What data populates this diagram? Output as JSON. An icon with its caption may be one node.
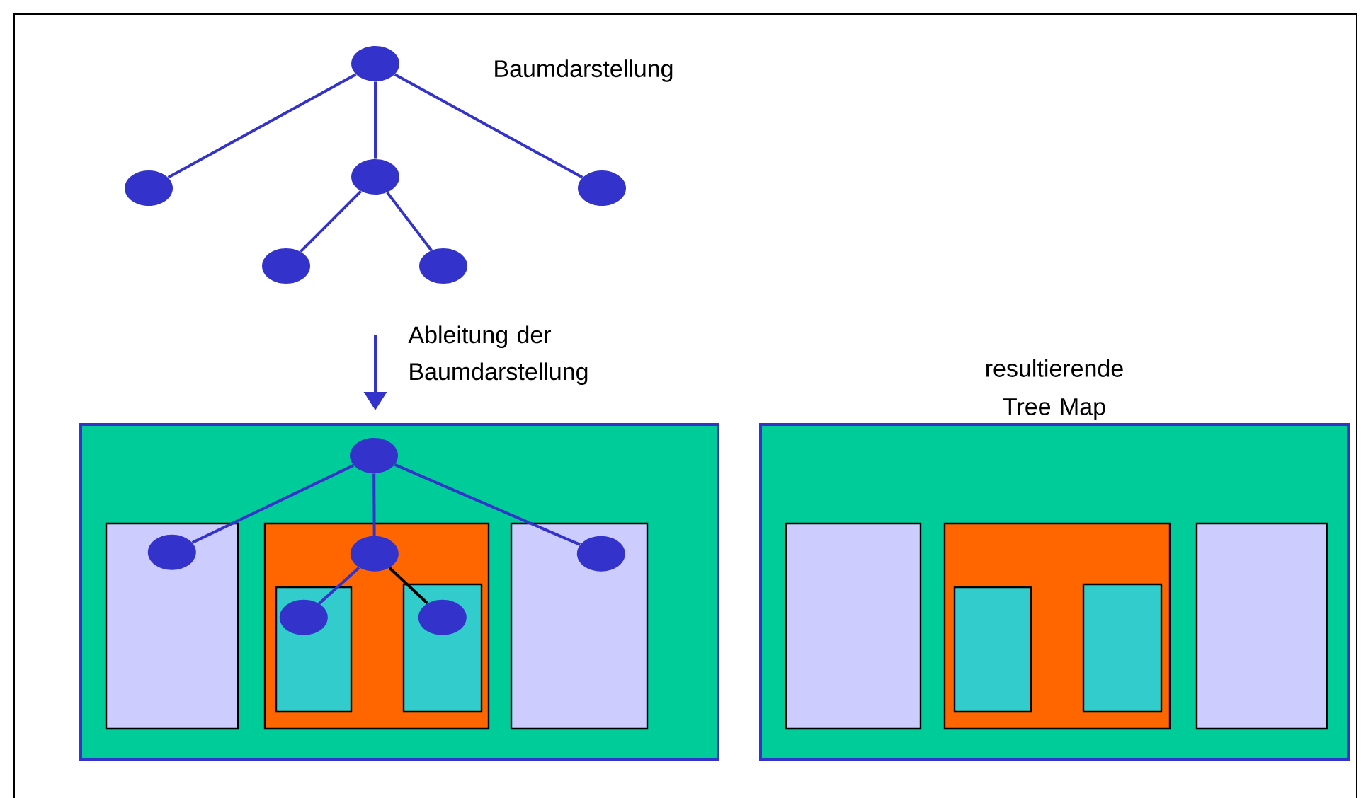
{
  "diagram": {
    "nodes": [
      {
        "text": [],
        "shape": "circle",
        "beside": [
          "Baumdarstellung"
        ]
      },
      {
        "text": [],
        "shape": "circle"
      },
      {
        "text": [],
        "shape": "circle"
      },
      {
        "text": [],
        "shape": "circle"
      },
      {
        "text": [],
        "shape": "circle"
      },
      {
        "text": [],
        "shape": "circle"
      },
      {
        "text": [],
        "shape": "box"
      },
      {
        "text": [],
        "shape": "box",
        "in": 6
      },
      {
        "text": [],
        "shape": "box",
        "in": 6
      },
      {
        "text": [],
        "shape": "box",
        "in": 8
      },
      {
        "text": [],
        "shape": "box",
        "in": 8
      },
      {
        "text": [],
        "shape": "box",
        "in": 6
      },
      {
        "text": [],
        "shape": "circle",
        "in": 6
      },
      {
        "text": [],
        "shape": "circle",
        "in": 7
      },
      {
        "text": [],
        "shape": "circle",
        "in": 8
      },
      {
        "text": [],
        "shape": "circle",
        "in": 11
      },
      {
        "text": [],
        "shape": "circle",
        "in": 9
      },
      {
        "text": [],
        "shape": "circle",
        "in": 10
      },
      {
        "text": [
          "resultierende Tree Map"
        ]
      },
      {
        "text": [],
        "shape": "box",
        "in": 18
      },
      {
        "text": [],
        "shape": "box",
        "in": 18
      },
      {
        "text": [],
        "shape": "box",
        "in": 20
      },
      {
        "text": [],
        "shape": "box",
        "in": 20
      },
      {
        "text": [],
        "shape": "box",
        "in": 18
      }
    ],
    "edges": [
      {
        "from": 0,
        "to": 1,
        "arrow": "none"
      },
      {
        "from": 0,
        "to": 2,
        "arrow": "none"
      },
      {
        "from": 0,
        "to": 3,
        "arrow": "none"
      },
      {
        "from": 2,
        "to": 4,
        "arrow": "none"
      },
      {
        "from": 2,
        "to": 5,
        "arrow": "none"
      },
      {
        "from": null,
        "to": 6,
        "arrow": "to",
        "label": "Ableitung der Baumdarstellung"
      },
      {
        "from": 12,
        "to": 13,
        "arrow": "none"
      },
      {
        "from": 12,
        "to": 14,
        "arrow": "none"
      },
      {
        "from": 12,
        "to": 15,
        "arrow": "none"
      },
      {
        "from": 14,
        "to": 16,
        "arrow": "none"
      },
      {
        "from": 14,
        "to": 17,
        "arrow": "none",
        "color": "#000000"
      }
    ]
  }
}
